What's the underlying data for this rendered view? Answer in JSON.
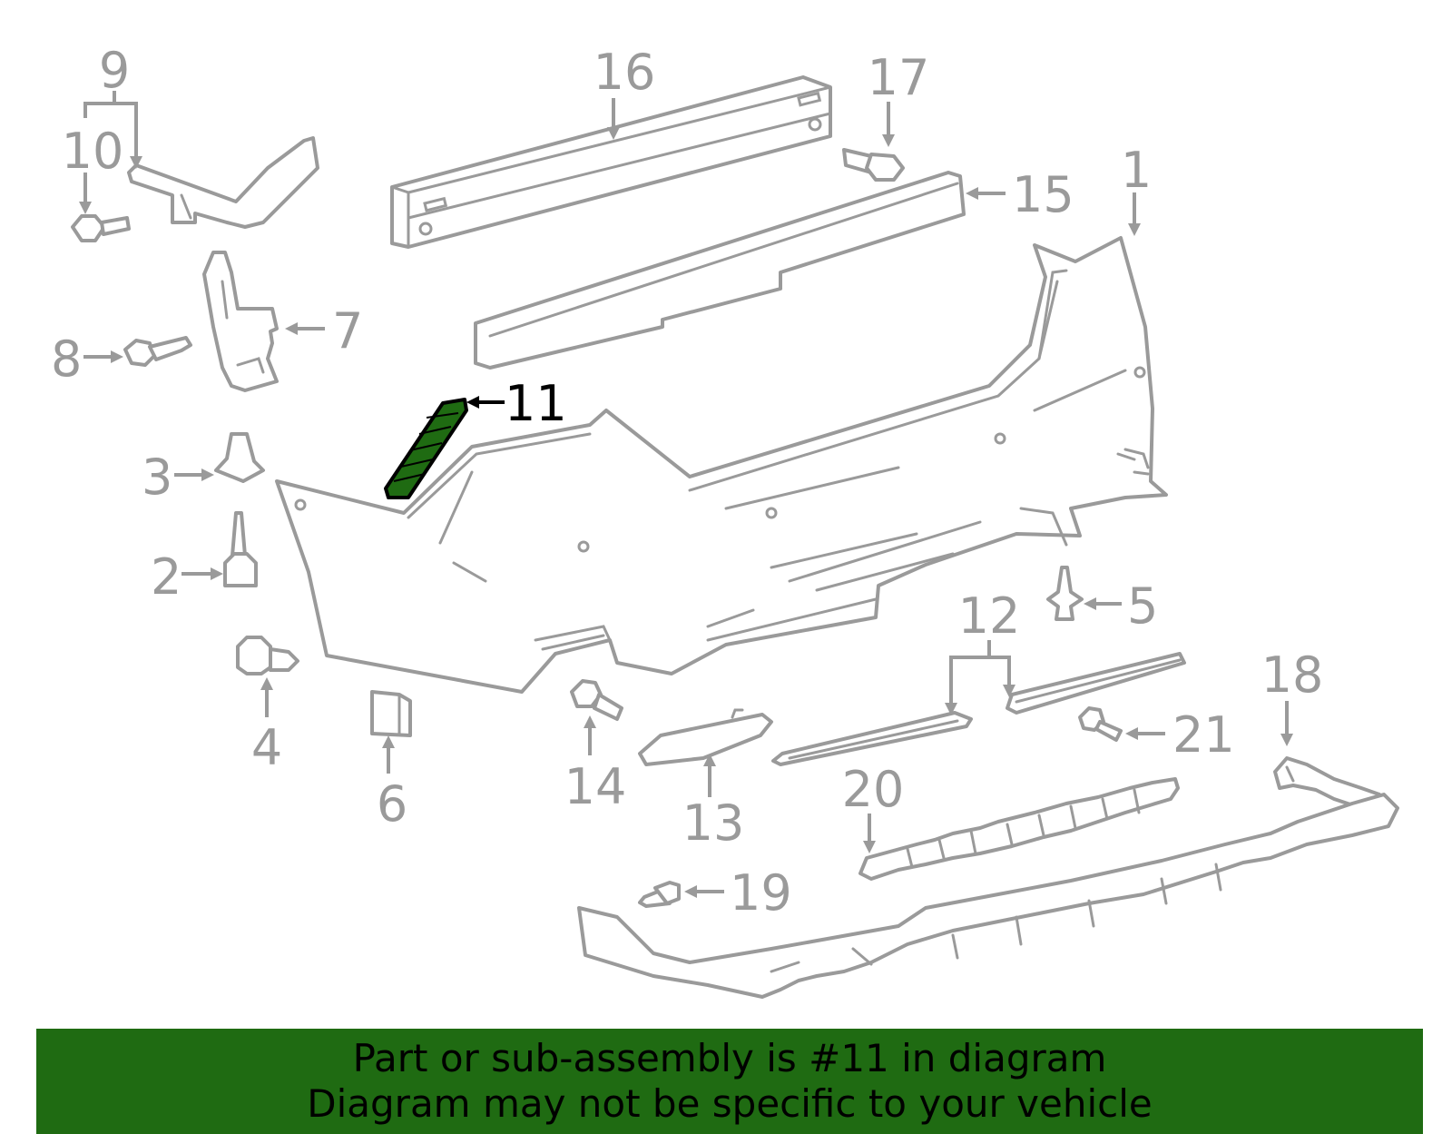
{
  "callouts": {
    "c1": "1",
    "c2": "2",
    "c3": "3",
    "c4": "4",
    "c5": "5",
    "c6": "6",
    "c7": "7",
    "c8": "8",
    "c9": "9",
    "c10": "10",
    "c11": "11",
    "c12": "12",
    "c13": "13",
    "c14": "14",
    "c15": "15",
    "c16": "16",
    "c17": "17",
    "c18": "18",
    "c19": "19",
    "c20": "20",
    "c21": "21"
  },
  "highlight": {
    "part": "11",
    "color": "#1f6b12"
  },
  "banner": {
    "line1": "Part or sub-assembly is #11 in diagram",
    "line2": "Diagram may not be specific to your vehicle",
    "color": "#1f6b12"
  }
}
